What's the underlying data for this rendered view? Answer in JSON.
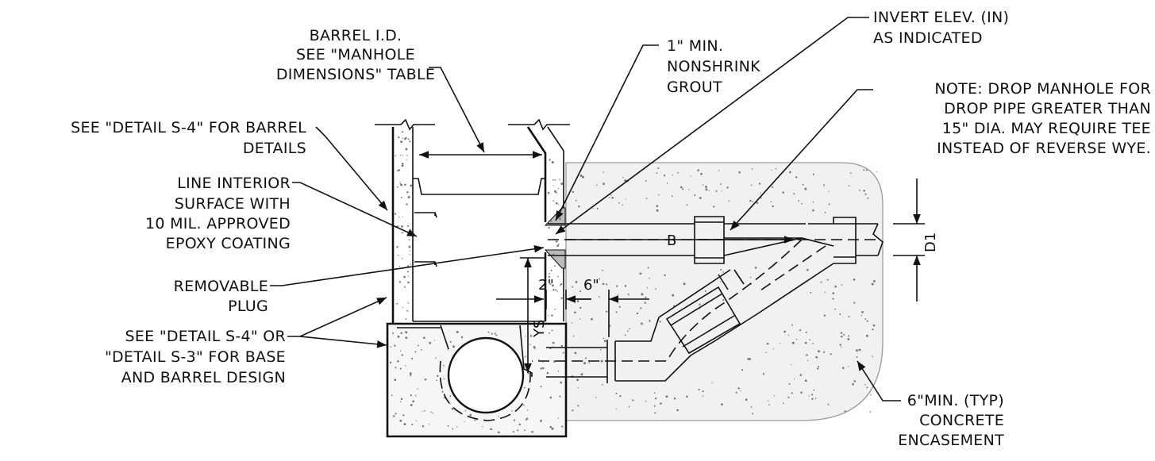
{
  "labels": {
    "barrel_id": [
      "BARREL I.D.",
      "SEE \"MANHOLE",
      "DIMENSIONS\" TABLE"
    ],
    "grout": [
      "1\" MIN.",
      "NONSHRINK",
      "GROUT"
    ],
    "invert": [
      "INVERT ELEV. (IN)",
      "AS INDICATED"
    ],
    "note": [
      "NOTE: DROP MANHOLE FOR",
      "DROP PIPE GREATER THAN",
      "15\" DIA. MAY REQUIRE TEE",
      "INSTEAD OF REVERSE WYE."
    ],
    "detail_s4": [
      "SEE \"DETAIL S-4\" FOR BARREL",
      "DETAILS"
    ],
    "line_interior": [
      "LINE INTERIOR",
      "SURFACE WITH",
      "10 MIL. APPROVED",
      "EPOXY COATING"
    ],
    "plug": [
      "REMOVABLE",
      "PLUG"
    ],
    "base": [
      "SEE \"DETAIL S-4\" OR",
      "\"DETAIL S-3\" FOR BASE",
      "AND BARREL DESIGN"
    ],
    "encasement": [
      "6\"MIN. (TYP)",
      "CONCRETE",
      "ENCASEMENT"
    ]
  },
  "dimensions": {
    "b": "B",
    "d1": "D1",
    "ys": "YS",
    "two_inch": "2\"",
    "six_inch": "6\""
  }
}
